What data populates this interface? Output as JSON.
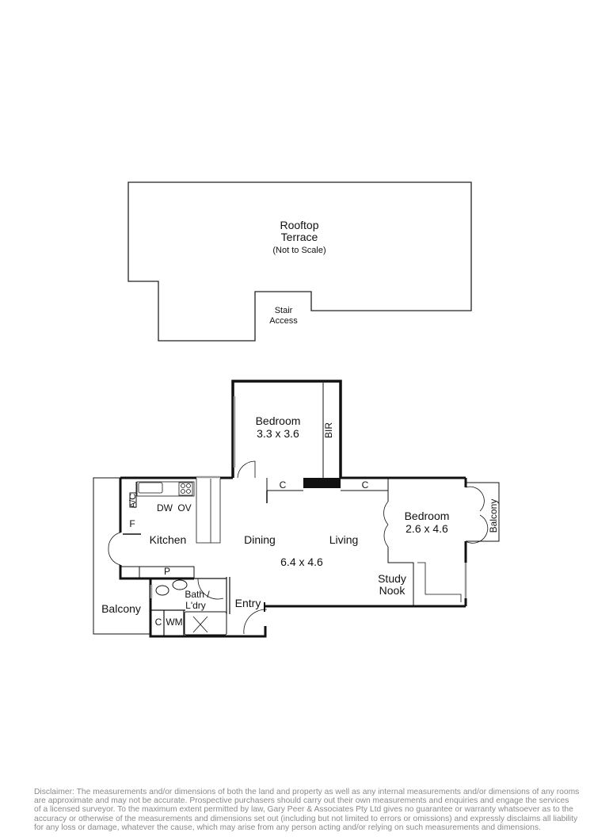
{
  "rooftop": {
    "title_line1": "Rooftop",
    "title_line2": "Terrace",
    "note": "(Not to Scale)",
    "stair_line1": "Stair",
    "stair_line2": "Access"
  },
  "floor": {
    "bedroom1": {
      "name": "Bedroom",
      "size": "3.3 x 3.6"
    },
    "bir": "BIR",
    "cupboard_left": "C",
    "cupboard_right": "C",
    "bedroom2": {
      "name": "Bedroom",
      "size": "2.6 x 4.6"
    },
    "balcony_right": "Balcony",
    "ac": "A/C",
    "dw": "DW",
    "ov": "OV",
    "fridge": "F",
    "kitchen": "Kitchen",
    "dining": "Dining",
    "living": "Living",
    "main_size": "6.4 x 4.6",
    "study_line1": "Study",
    "study_line2": "Nook",
    "pantry": "P",
    "bath_line1": "Bath /",
    "bath_line2": "L'dry",
    "entry": "Entry",
    "balcony_left": "Balcony",
    "cupboard_bath": "C",
    "wm": "WM"
  },
  "disclaimer": {
    "lines": [
      "Disclaimer: The measurements and/or dimensions of both the land and property as well as any internal measurements and/or dimensions of any rooms",
      "are approximate and may not be accurate. Prospective purchasers should carry out their own measurements and enquiries and engage the services",
      "of a licensed surveyor. To the maximum extent permitted by law, Gary Peer & Associates Pty Ltd gives no guarantee or warranty whatsoever as to the",
      "accuracy or otherwise of the measurements and dimensions set out (including but not limited to errors or omissions) and expressly disclaims all liability",
      "for any loss or damage, whatever the cause, which may arise from any person acting and/or relying on such measurements and dimensions."
    ]
  }
}
